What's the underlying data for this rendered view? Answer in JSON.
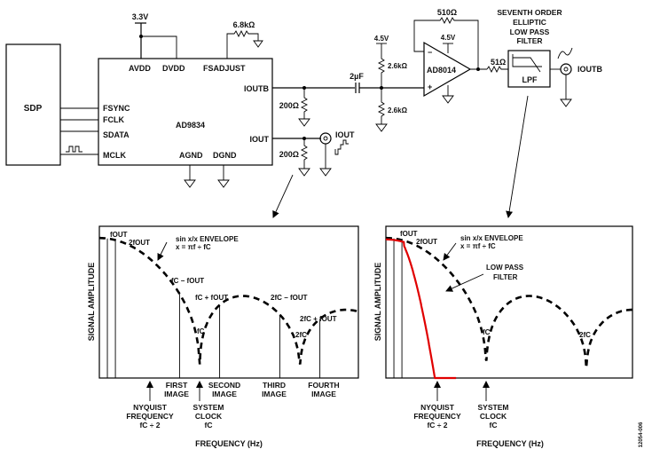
{
  "circuit": {
    "sdp": {
      "label": "SDP"
    },
    "dds": {
      "name": "AD9834",
      "pins": {
        "avdd": "AVDD",
        "dvdd": "DVDD",
        "fsadjust": "FSADJUST",
        "fsync": "FSYNC",
        "fclk": "FCLK",
        "sdata": "SDATA",
        "mclk": "MCLK",
        "ioutb": "IOUTB",
        "iout": "IOUT",
        "agnd": "AGND",
        "dgnd": "DGND"
      }
    },
    "supply": "3.3V",
    "r_fsadjust": "6.8kΩ",
    "r_load_ioutb": "200Ω",
    "r_load_iout": "200Ω",
    "iout_connector": "IOUT",
    "coupling_cap": "2µF",
    "bias_supply": "4.5V",
    "r_bias_top": "2.6kΩ",
    "r_bias_bottom": "2.6kΩ",
    "opamp": {
      "name": "AD8014",
      "supply": "4.5V",
      "minus": "−",
      "plus": "+"
    },
    "r_feedback": "510Ω",
    "r_series": "51Ω",
    "filter": {
      "title_lines": [
        "SEVENTH ORDER",
        "ELLIPTIC",
        "LOW PASS",
        "FILTER"
      ],
      "block_label": "LPF"
    },
    "output_connector": "IOUTB"
  },
  "chart_data": [
    {
      "type": "line",
      "title": "DAC output spectrum (unfiltered)",
      "xlabel": "FREQUENCY (Hz)",
      "ylabel": "SIGNAL AMPLITUDE",
      "x_units": "multiples of fc",
      "xlim": [
        0,
        2.6
      ],
      "ylim": [
        0,
        1
      ],
      "series": [
        {
          "name": "sin x/x envelope",
          "style": "dashed",
          "function": "abs(sinc(f/fc))"
        }
      ],
      "spectral_lines": [
        {
          "label": "fOUT",
          "x": 0.08
        },
        {
          "label": "2fOUT",
          "x": 0.16
        },
        {
          "label": "fC − fOUT",
          "x": 0.8
        },
        {
          "label": "fC + fOUT",
          "x": 1.2
        },
        {
          "label": "2fC − fOUT",
          "x": 1.8
        },
        {
          "label": "2fC + fOUT",
          "x": 2.2
        }
      ],
      "annotations": {
        "envelope_line1": "sin x/x ENVELOPE",
        "envelope_line2": "x = πf ÷ fC",
        "fc": "fC",
        "two_fc": "2fC",
        "fout": "fOUT",
        "two_fout": "2fOUT",
        "fc_minus_fout": "fC − fOUT",
        "fc_plus_fout": "fC + fOUT",
        "two_fc_minus_fout": "2fC − fOUT",
        "two_fc_plus_fout": "2fC + fOUT",
        "first_image": [
          "FIRST",
          "IMAGE"
        ],
        "second_image": [
          "SECOND",
          "IMAGE"
        ],
        "third_image": [
          "THIRD",
          "IMAGE"
        ],
        "fourth_image": [
          "FOURTH",
          "IMAGE"
        ],
        "nyquist": [
          "NYQUIST",
          "FREQUENCY",
          "fC ÷ 2"
        ],
        "system_clock": [
          "SYSTEM",
          "CLOCK",
          "fC"
        ]
      }
    },
    {
      "type": "line",
      "title": "DAC output spectrum (after low pass filter)",
      "xlabel": "FREQUENCY (Hz)",
      "ylabel": "SIGNAL AMPLITUDE",
      "x_units": "multiples of fc",
      "xlim": [
        0,
        2.6
      ],
      "ylim": [
        0,
        1
      ],
      "series": [
        {
          "name": "sin x/x envelope",
          "style": "dashed",
          "function": "abs(sinc(f/fc))"
        },
        {
          "name": "low pass filter",
          "style": "solid",
          "color": "#e00000",
          "cutoff_fc": 0.5
        }
      ],
      "spectral_lines": [
        {
          "label": "fOUT",
          "x": 0.08
        },
        {
          "label": "2fOUT",
          "x": 0.16
        }
      ],
      "annotations": {
        "envelope_line1": "sin x/x ENVELOPE",
        "envelope_line2": "x = πf ÷ fC",
        "lpf": [
          "LOW PASS",
          "FILTER"
        ],
        "fc": "fC",
        "two_fc": "2fC",
        "fout": "fOUT",
        "two_fout": "2fOUT",
        "nyquist": [
          "NYQUIST",
          "FREQUENCY",
          "fC ÷ 2"
        ],
        "system_clock": [
          "SYSTEM",
          "CLOCK",
          "fC"
        ]
      }
    }
  ],
  "figure_id": "12054-006"
}
